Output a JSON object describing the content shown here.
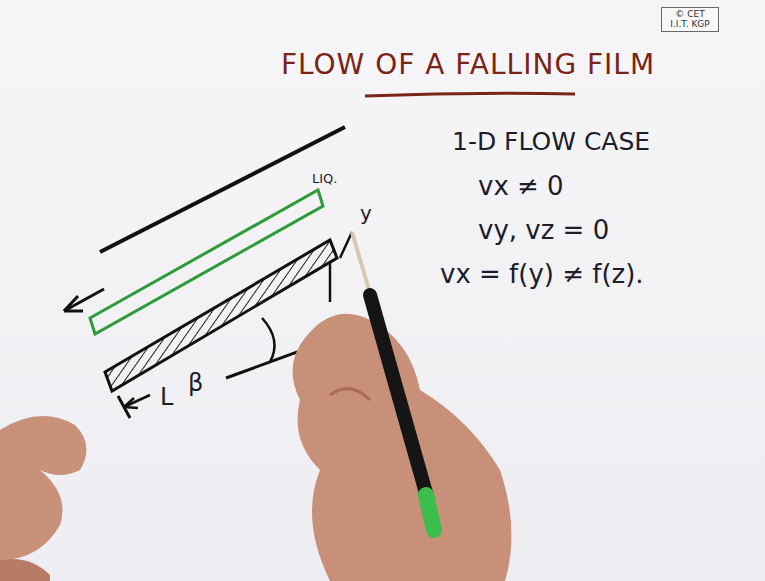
{
  "diagram": {
    "title": "FLOW OF A FALLING FILM",
    "nodes": [
      {
        "text": [
          "© CET I.I.T. KGP"
        ]
      }
    ],
    "labels": [
      "LIQ.",
      "y",
      "L",
      "β",
      "1-D FLOW CASE",
      "vx ≠ 0",
      "vy, vz = 0",
      "vx = f(y) ≠ f(z)."
    ]
  }
}
